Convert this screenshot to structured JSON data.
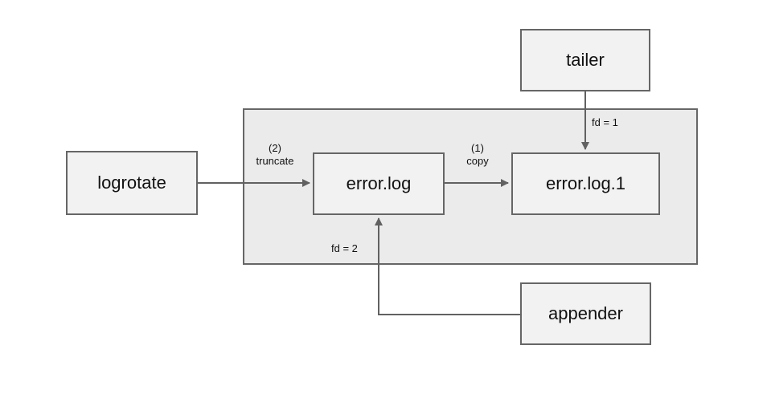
{
  "diagram": {
    "nodes": {
      "tailer": {
        "label": "tailer"
      },
      "logrotate": {
        "label": "logrotate"
      },
      "error_log": {
        "label": "error.log"
      },
      "error_log_1": {
        "label": "error.log.1"
      },
      "appender": {
        "label": "appender"
      }
    },
    "edges": {
      "truncate": {
        "step": "(2)",
        "label": "truncate",
        "from": "logrotate",
        "to": "error.log"
      },
      "copy": {
        "step": "(1)",
        "label": "copy",
        "from": "error.log",
        "to": "error.log.1"
      },
      "tailer_fd": {
        "label": "fd = 1",
        "from": "tailer",
        "to": "error.log.1"
      },
      "appender_fd": {
        "label": "fd = 2",
        "from": "appender",
        "to": "error.log"
      }
    },
    "colors": {
      "node_fill": "#f2f2f2",
      "container_fill": "#ebebeb",
      "node_border": "#666666",
      "arrow": "#616161",
      "text": "#111111"
    }
  }
}
